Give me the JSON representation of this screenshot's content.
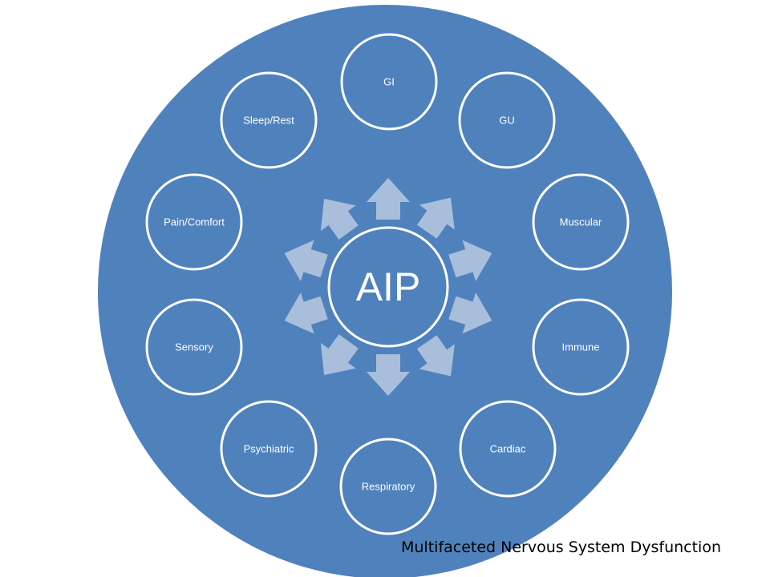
{
  "center": {
    "label": "AIP"
  },
  "nodes": [
    {
      "label": "GI"
    },
    {
      "label": "GU"
    },
    {
      "label": "Muscular"
    },
    {
      "label": "Immune"
    },
    {
      "label": "Cardiac"
    },
    {
      "label": "Respiratory"
    },
    {
      "label": "Psychiatric"
    },
    {
      "label": "Sensory"
    },
    {
      "label": "Pain/Comfort"
    },
    {
      "label": "Sleep/Rest"
    }
  ],
  "caption": "Multifaceted Nervous System Dysfunction",
  "colors": {
    "background_disc": "#4f81bd",
    "node_stroke": "#ffffff",
    "arrow_fill": "#a9bedb",
    "text": "#ffffff",
    "caption_text": "#000000"
  }
}
